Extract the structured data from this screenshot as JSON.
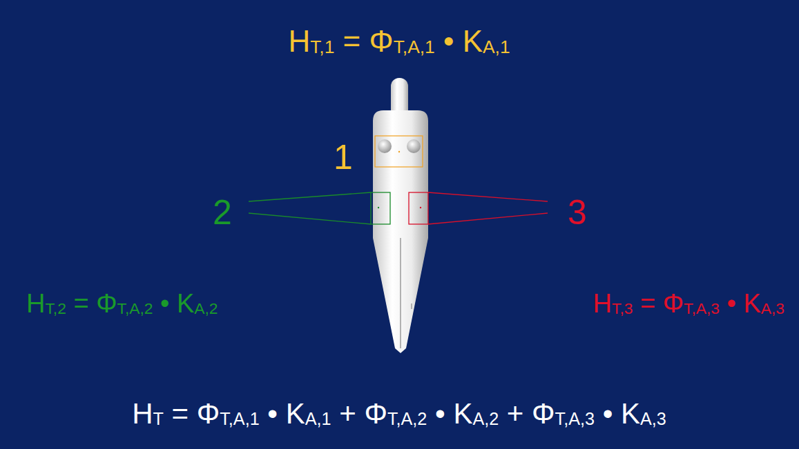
{
  "diagram": {
    "labels": [
      "HT,1 = ΦT,A,1 • KA,1",
      "1",
      "2",
      "3",
      "HT,2 = ΦT,A,2 • KA,2",
      "HT,3 = ΦT,A,3 • KA,3",
      "HT = ΦT,A,1 • KA,1 + ΦT,A,2 • KA,2 + ΦT,A,3 • KA,3"
    ]
  }
}
